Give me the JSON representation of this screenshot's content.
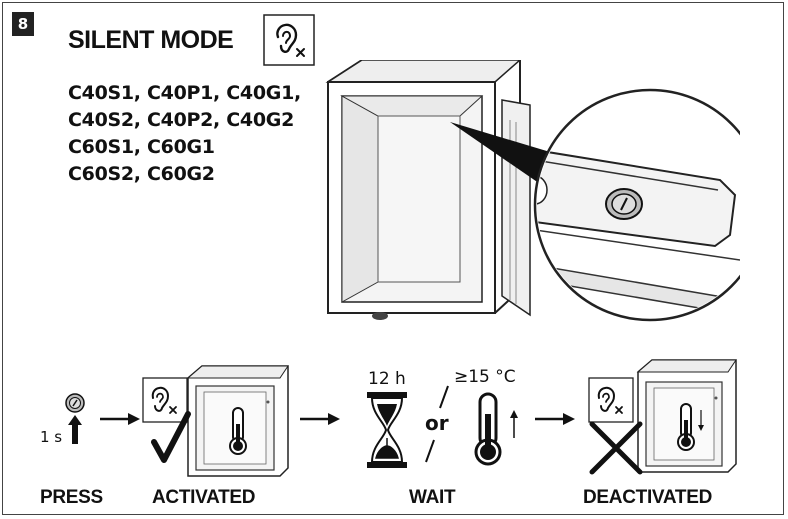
{
  "step_number": "8",
  "title": "SILENT MODE",
  "models": [
    "C40S1, C40P1, C40G1,",
    "C40S2, C40P2, C40G2",
    "C60S1, C60G1",
    "C60S2, C60G2"
  ],
  "icons": {
    "silent": "ear-off-icon",
    "button": "button-icon",
    "check": "check-icon",
    "cross": "cross-icon",
    "hourglass": "hourglass-icon",
    "thermometer": "thermometer-icon",
    "arrow": "arrow-right-icon"
  },
  "sequence": {
    "press_duration": "1 s",
    "wait_time": "12 h",
    "or_label": "or",
    "temperature_condition": "≥15 °C"
  },
  "labels": {
    "press": "PRESS",
    "activated": "ACTIVATED",
    "wait": "WAIT",
    "deactivated": "DEACTIVATED"
  }
}
